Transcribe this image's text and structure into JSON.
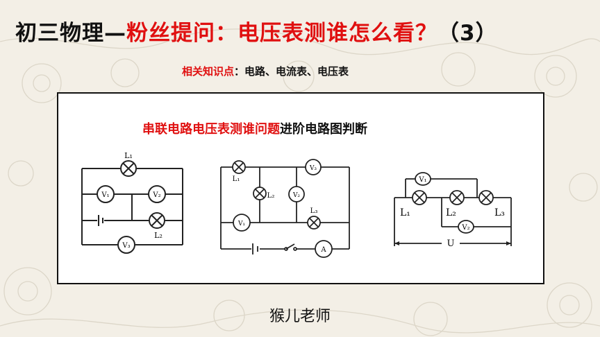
{
  "title": {
    "prefix": "初三物理—",
    "highlight": "粉丝提问：电压表测谁怎么看？",
    "suffix": "（3）"
  },
  "subtitle": {
    "label": "相关知识点",
    "text": "：电路、电流表、电压表"
  },
  "panel": {
    "heading_red": "串联电路电压表测谁问题",
    "heading_black": "进阶电路图判断"
  },
  "diagram1": {
    "lamp1_label": "L₁",
    "lamp2_label": "L₂",
    "meter1": "V₁",
    "meter2": "V₂",
    "meter3": "V₃"
  },
  "diagram2": {
    "lamp1_label": "L₁",
    "lamp2_label": "L₂",
    "lamp3_label": "L₃",
    "meter1": "V₁",
    "meter2": "V₂",
    "meter3": "V₃",
    "ammeter": "A"
  },
  "diagram3": {
    "lamp1_label": "L₁",
    "lamp2_label": "L₂",
    "lamp3_label": "L₃",
    "meter1": "V₁",
    "meter2": "V₂",
    "voltage_label": "U"
  },
  "footer": {
    "teacher": "猴儿老师"
  },
  "colors": {
    "accent_red": "#e01010",
    "background": "#f3efe6"
  }
}
